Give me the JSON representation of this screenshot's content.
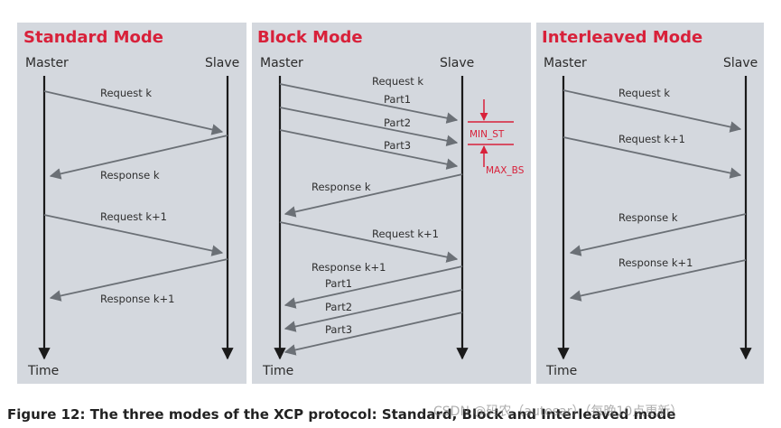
{
  "panels": {
    "standard": {
      "title": "Standard Mode",
      "master": "Master",
      "slave": "Slave",
      "time": "Time",
      "messages": [
        "Request k",
        "Response k",
        "Request k+1",
        "Response k+1"
      ]
    },
    "block": {
      "title": "Block Mode",
      "master": "Master",
      "slave": "Slave",
      "time": "Time",
      "messages": [
        "Request k",
        "Part1",
        "Part2",
        "Part3",
        "Response k",
        "Request k+1",
        "Response k+1",
        "Part1",
        "Part2",
        "Part3"
      ],
      "annotations": {
        "min_st": "MIN_ST",
        "max_bs": "MAX_BS"
      }
    },
    "interleaved": {
      "title": "Interleaved Mode",
      "master": "Master",
      "slave": "Slave",
      "time": "Time",
      "messages": [
        "Request k",
        "Request k+1",
        "Response k",
        "Response k+1"
      ]
    }
  },
  "caption": "Figure 12: The three modes of the XCP protocol: Standard, Block and Interleaved mode",
  "watermark": "CSDN @码农（autosar）（每晚10点更新）",
  "colors": {
    "accent": "#d8213a",
    "panel": "#d4d8de",
    "arrow": "#6b7076",
    "timeline": "#1a1a1a"
  }
}
